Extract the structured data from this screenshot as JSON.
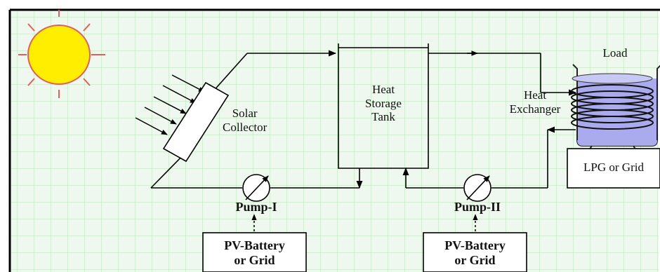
{
  "diagram": {
    "sun": {
      "color": "#ffee00",
      "ray_color": "#e0605a"
    },
    "grid": {
      "color": "#b8e2b8",
      "background": "#eef8ee"
    },
    "labels": {
      "solar_collector": [
        "Solar",
        "Collector"
      ],
      "heat_storage_tank": [
        "Heat",
        "Storage",
        "Tank"
      ],
      "heat_exchanger": [
        "Heat",
        "Exchanger"
      ],
      "load": "Load",
      "lpg_or_grid": "LPG or Grid",
      "pump_1": "Pump-I",
      "pump_2": "Pump-II",
      "pv_battery_1": [
        "PV-Battery",
        "or Grid"
      ],
      "pv_battery_2": [
        "PV-Battery",
        "or Grid"
      ]
    }
  }
}
